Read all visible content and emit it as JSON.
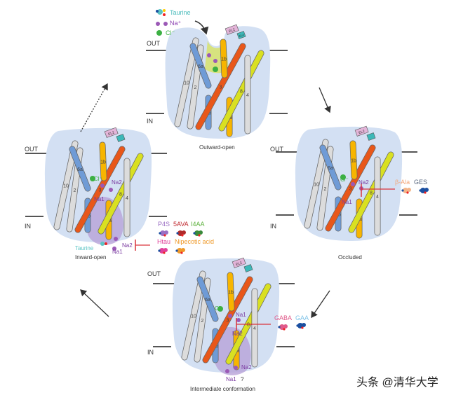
{
  "membrane": {
    "out": "OUT",
    "in": "IN"
  },
  "helix_labels": [
    "10",
    "2",
    "6a",
    "6b",
    "3",
    "1b",
    "1a",
    "8",
    "4"
  ],
  "loop_labels": {
    "el2": "EL2",
    "el4": "EL4"
  },
  "legend": {
    "taurine": "Taurine",
    "na": "Na⁺",
    "cl": "Cl⁻"
  },
  "states": {
    "outward": "Outward-open",
    "occluded": "Occluded",
    "intermediate": "Intermediate conformation",
    "inward": "Inward-open"
  },
  "ions": {
    "cl": "Cl⁻",
    "na1": "Na1",
    "na2": "Na2",
    "question": "?"
  },
  "inward_labels": {
    "taurine": "Taurine"
  },
  "inhibitors": {
    "inward": [
      "P4S",
      "5AVA",
      "I4AA",
      "Htau",
      "Nipecotic acid"
    ],
    "occluded": [
      "β-Ala",
      "GES"
    ],
    "intermediate": [
      "GABA",
      "GAA"
    ]
  },
  "colors": {
    "membrane_blob": "#d3e0f3",
    "grey_helix": "#dcdcdc",
    "blue_helix": "#6f9bd6",
    "orange_helix": "#e8571a",
    "yellow_helix": "#f7b500",
    "lime_helix": "#d9e021",
    "sodium": "#9b59b6",
    "chloride": "#3cb043",
    "taurine": "#5bc4c4",
    "inhibit": "#d9343c"
  },
  "watermark": "头条 @清华大学"
}
